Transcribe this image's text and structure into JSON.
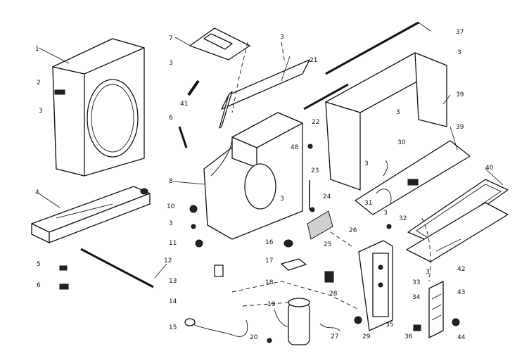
{
  "diagram": {
    "callouts": [
      "1",
      "2",
      "3",
      "3",
      "4",
      "5",
      "6",
      "7",
      "3",
      "41",
      "6",
      "8",
      "10",
      "3",
      "11",
      "12",
      "13",
      "14",
      "15",
      "3",
      "21",
      "22",
      "48",
      "3",
      "23",
      "24",
      "25",
      "26",
      "16",
      "17",
      "18",
      "19",
      "20",
      "28",
      "27",
      "29",
      "37",
      "3",
      "39",
      "3",
      "39",
      "30",
      "3",
      "31",
      "32",
      "40",
      "42",
      "3",
      "33",
      "34",
      "35",
      "36",
      "43",
      "44"
    ]
  }
}
